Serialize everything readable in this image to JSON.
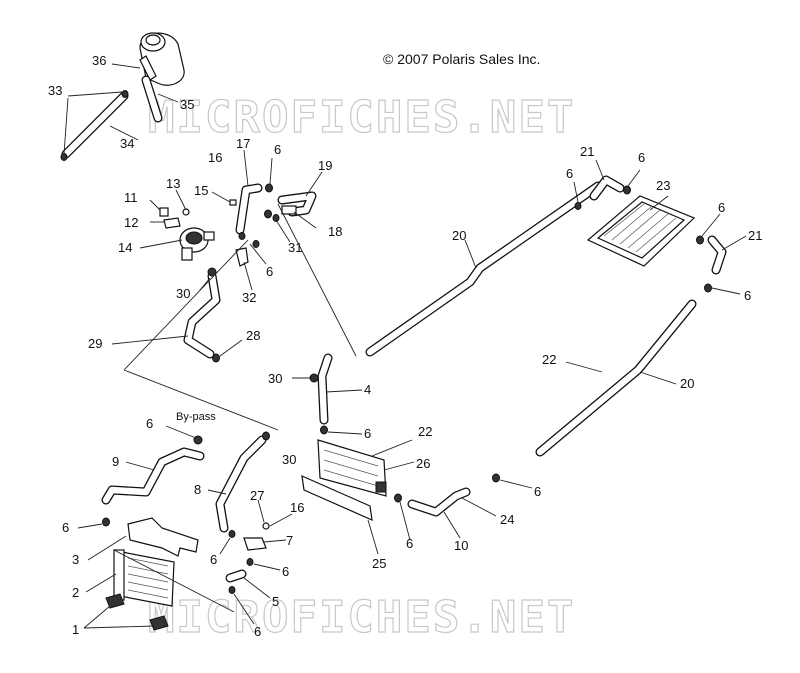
{
  "copyright": "© 2007 Polaris Sales Inc.",
  "watermark": "MICROFICHES.NET",
  "bypass_label": "By-pass",
  "callouts": {
    "c1": "1",
    "c2": "2",
    "c3": "3",
    "c4": "4",
    "c5": "5",
    "c6a": "6",
    "c6b": "6",
    "c6c": "6",
    "c6d": "6",
    "c6e": "6",
    "c6f": "6",
    "c6g": "6",
    "c6h": "6",
    "c6i": "6",
    "c6j": "6",
    "c6k": "6",
    "c6l": "6",
    "c6m": "6",
    "c6n": "6",
    "c7": "7",
    "c8": "8",
    "c9": "9",
    "c10": "10",
    "c11": "11",
    "c12": "12",
    "c13": "13",
    "c14": "14",
    "c15": "15",
    "c16a": "16",
    "c16b": "16",
    "c17": "17",
    "c18": "18",
    "c19": "19",
    "c20a": "20",
    "c20b": "20",
    "c21a": "21",
    "c21b": "21",
    "c22a": "22",
    "c22b": "22",
    "c23": "23",
    "c24": "24",
    "c25": "25",
    "c26": "26",
    "c27": "27",
    "c28": "28",
    "c29": "29",
    "c30a": "30",
    "c30b": "30",
    "c30c": "30",
    "c31": "31",
    "c32": "32",
    "c33": "33",
    "c34": "34",
    "c35": "35",
    "c36": "36"
  }
}
